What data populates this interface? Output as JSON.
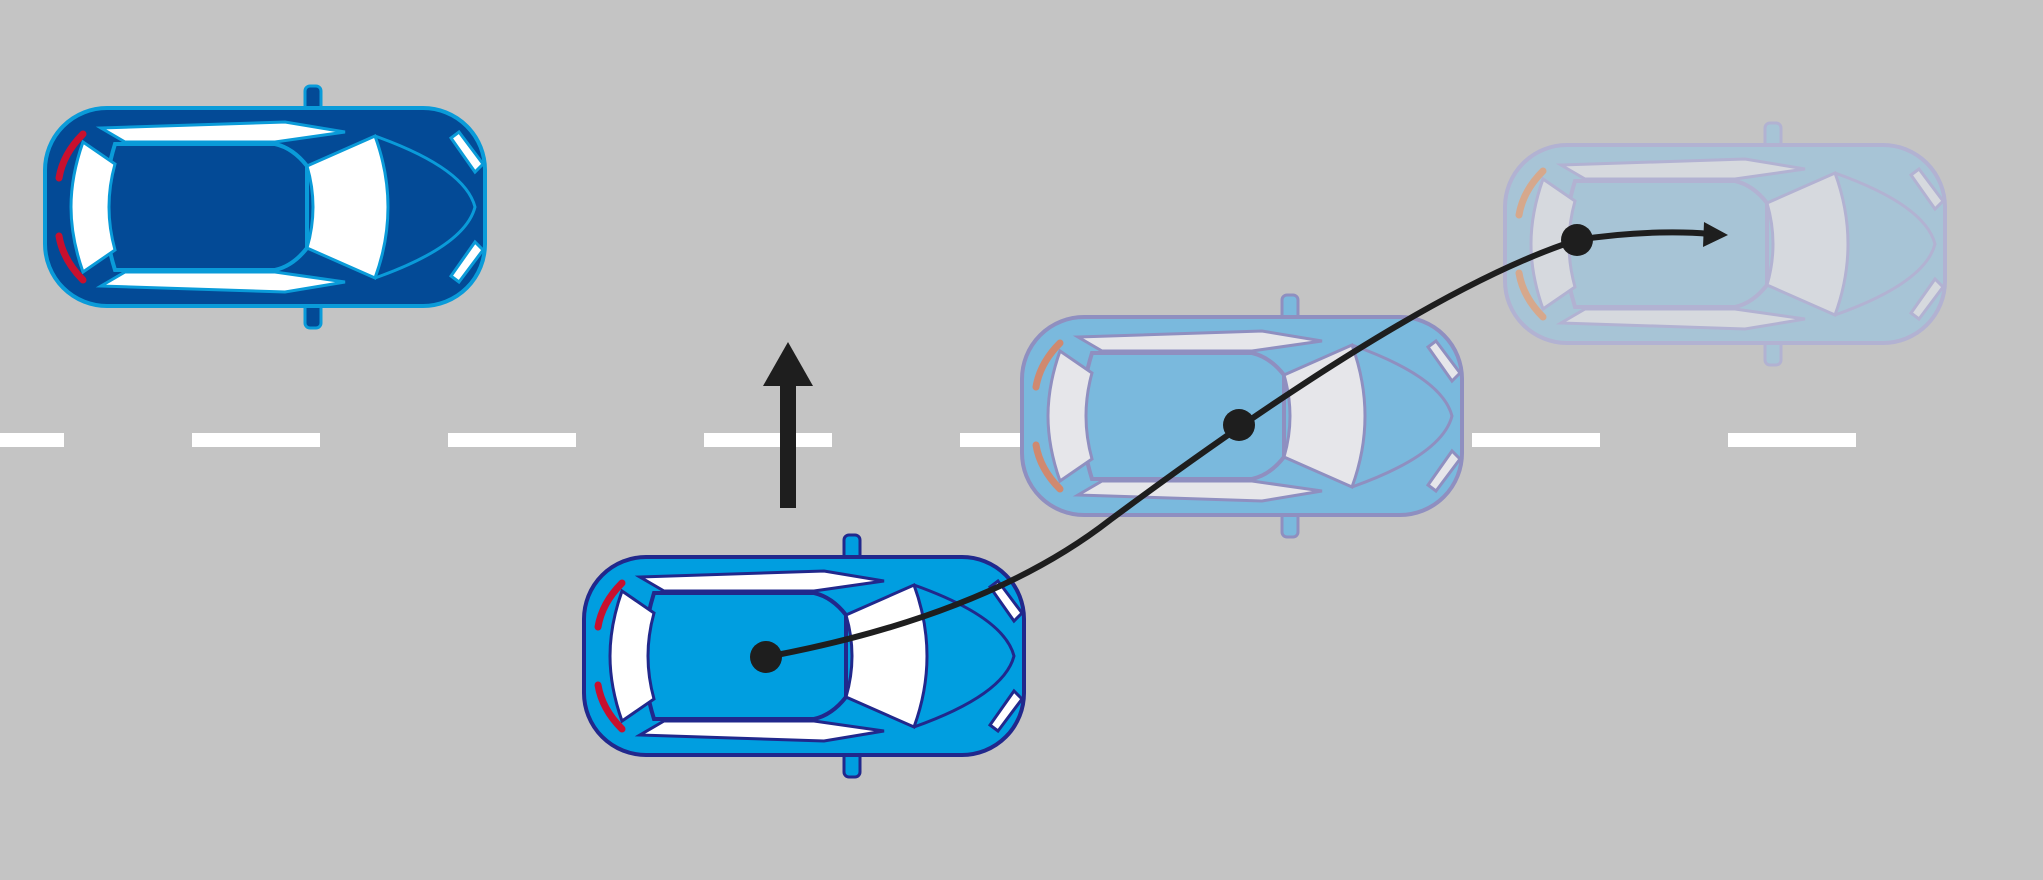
{
  "scene": {
    "description_visible_text": "",
    "road_color": "#c4c4c4",
    "lane_marking_color": "#ffffff",
    "path_color": "#1e1e1e",
    "icons": [
      "parked-car-icon",
      "ego-car-icon",
      "ghost-car-icon",
      "lane-change-arrow-icon",
      "trajectory-path-icon"
    ],
    "cars": [
      {
        "name": "parked-car",
        "body": "#034a96",
        "outline": "#0a9bd9",
        "glass": "#ffffff",
        "light": "#c8102e",
        "opacity": 1
      },
      {
        "name": "ego-car",
        "body": "#009ee0",
        "outline": "#21288c",
        "glass": "#ffffff",
        "light": "#c8102e",
        "opacity": 1
      },
      {
        "name": "ghost-car-mid",
        "body": "#7ab9dd",
        "outline": "#8f8fc0",
        "glass": "#e6e6ea",
        "light": "#d0896f",
        "opacity": 1
      },
      {
        "name": "ghost-car-end",
        "body": "#a7c4d6",
        "outline": "#b2b2d2",
        "glass": "#d6d9de",
        "light": "#d6a88c",
        "opacity": 1
      }
    ]
  }
}
